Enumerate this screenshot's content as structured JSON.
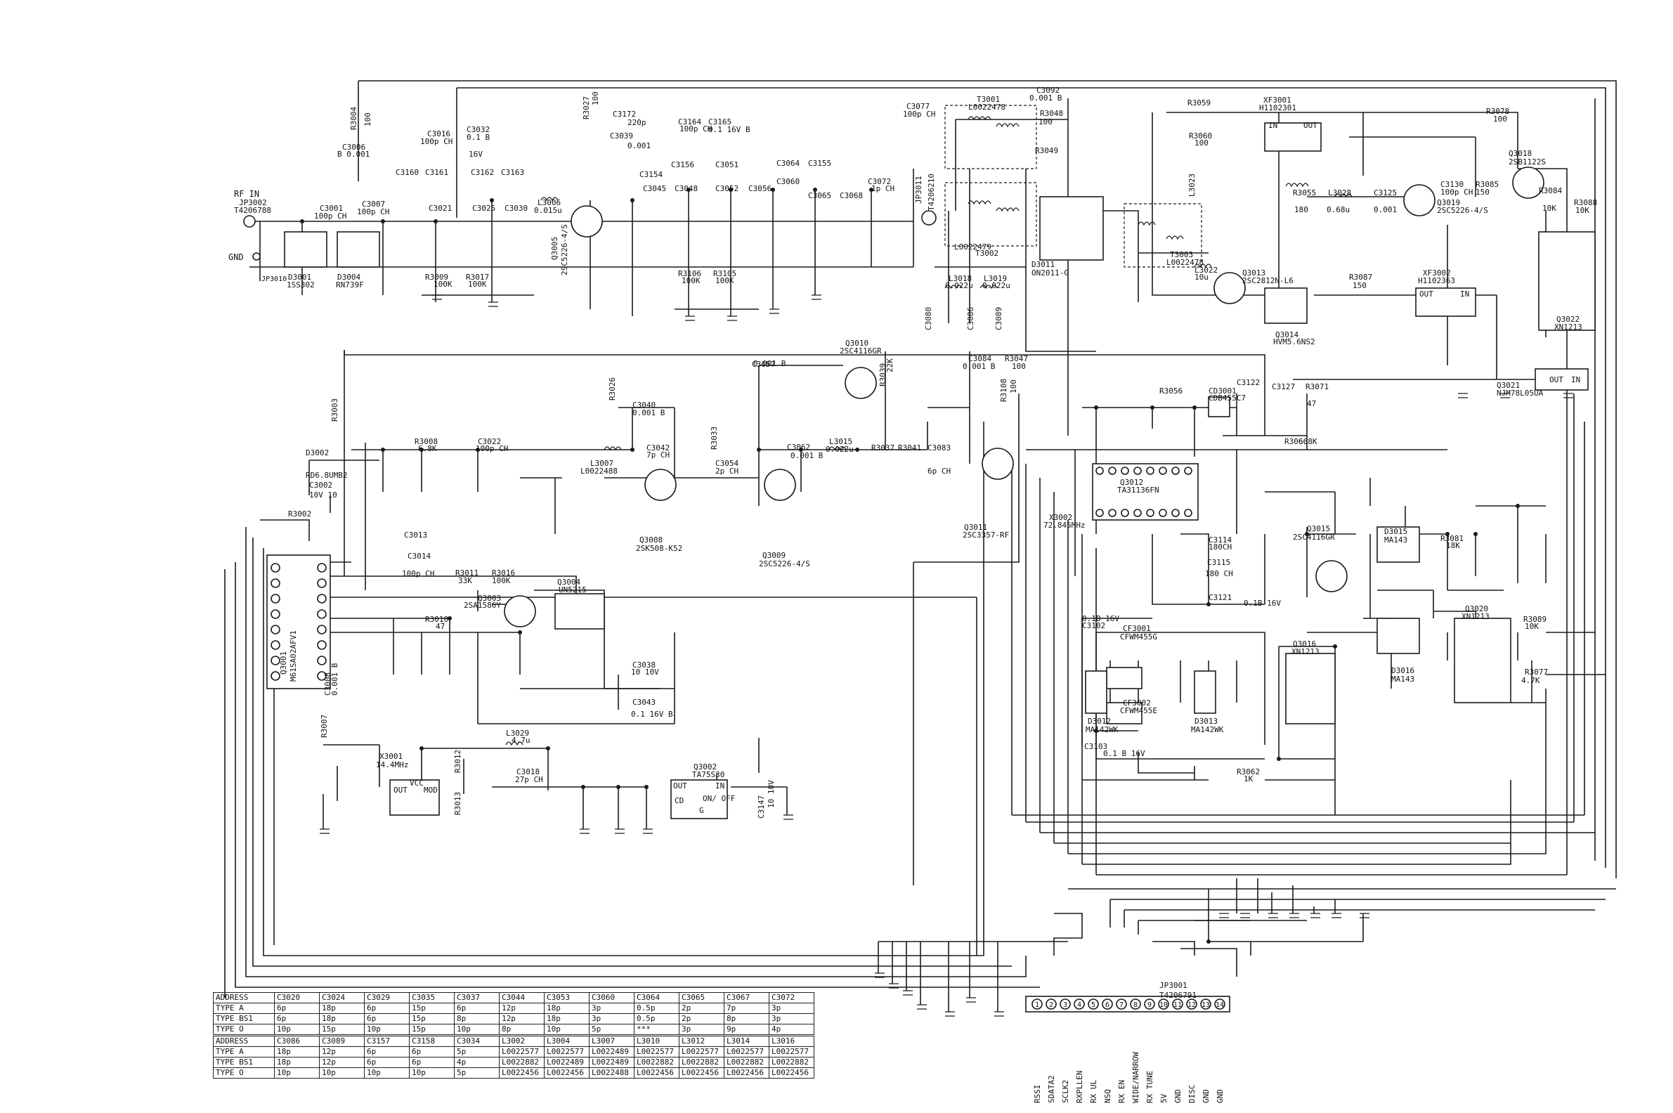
{
  "inputs": {
    "rf_in": "RF IN",
    "jp3002": "JP3002",
    "t4206788": "T4206788",
    "gnd": "GND",
    "jp3010": "JP3010"
  },
  "components": [
    {
      "id": "c3001",
      "text": "C3001"
    },
    {
      "id": "c3001v",
      "text": "100p CH"
    },
    {
      "id": "c3007",
      "text": "C3007"
    },
    {
      "id": "c3007v",
      "text": "100p CH"
    },
    {
      "id": "d3001",
      "text": "D3001"
    },
    {
      "id": "d3001p",
      "text": "1SS302"
    },
    {
      "id": "d3004",
      "text": "D3004"
    },
    {
      "id": "d3004p",
      "text": "RN739F"
    },
    {
      "id": "r3004",
      "text": "R3004"
    },
    {
      "id": "r3004v",
      "text": "100"
    },
    {
      "id": "c3006",
      "text": "C3006"
    },
    {
      "id": "c3006v",
      "text": "B 0.001"
    },
    {
      "id": "c3016",
      "text": "C3016"
    },
    {
      "id": "c3016v",
      "text": "100p CH"
    },
    {
      "id": "c3032",
      "text": "C3032"
    },
    {
      "id": "c3032v",
      "text": "0.1 B"
    },
    {
      "id": "c3032v2",
      "text": "16V"
    },
    {
      "id": "c3160",
      "text": "C3160"
    },
    {
      "id": "c3161",
      "text": "C3161"
    },
    {
      "id": "c3162",
      "text": "C3162"
    },
    {
      "id": "c3163",
      "text": "C3163"
    },
    {
      "id": "c3021",
      "text": "C3021"
    },
    {
      "id": "c3025",
      "text": "C3025"
    },
    {
      "id": "c3030",
      "text": "C3030"
    },
    {
      "id": "l3006",
      "text": "L3006"
    },
    {
      "id": "l3006v",
      "text": "0.015u"
    },
    {
      "id": "r3009",
      "text": "R3009"
    },
    {
      "id": "r3017",
      "text": "R3017"
    },
    {
      "id": "r3017v",
      "text": "100K"
    },
    {
      "id": "r3011a",
      "text": "100K"
    },
    {
      "id": "r3027",
      "text": "R3027"
    },
    {
      "id": "r3027v",
      "text": "100"
    },
    {
      "id": "c3172",
      "text": "C3172"
    },
    {
      "id": "c3172v",
      "text": "220p"
    },
    {
      "id": "c3039",
      "text": "C3039"
    },
    {
      "id": "c3039v",
      "text": "0.001"
    },
    {
      "id": "q3005",
      "text": "Q3005"
    },
    {
      "id": "q3005p",
      "text": "2SC5226-4/S"
    },
    {
      "id": "c3164",
      "text": "C3164"
    },
    {
      "id": "c3164v",
      "text": "100p CH"
    },
    {
      "id": "c3165",
      "text": "C3165"
    },
    {
      "id": "c3165v",
      "text": "0.1 16V B"
    },
    {
      "id": "c3156",
      "text": "C3156"
    },
    {
      "id": "c3154",
      "text": "C3154"
    },
    {
      "id": "c3045",
      "text": "C3045"
    },
    {
      "id": "c3048",
      "text": "C3048"
    },
    {
      "id": "c3051",
      "text": "C3051"
    },
    {
      "id": "c3052",
      "text": "C3052"
    },
    {
      "id": "c3056",
      "text": "C3056"
    },
    {
      "id": "c3060",
      "text": "C3060"
    },
    {
      "id": "c3064",
      "text": "C3064"
    },
    {
      "id": "c3155",
      "text": "C3155"
    },
    {
      "id": "c3065",
      "text": "C3065"
    },
    {
      "id": "c3068",
      "text": "C3068"
    },
    {
      "id": "c3072",
      "text": "C3072"
    },
    {
      "id": "c3072v",
      "text": "1p CH"
    },
    {
      "id": "r3106",
      "text": "R3106"
    },
    {
      "id": "r3106v",
      "text": "100K"
    },
    {
      "id": "r3105",
      "text": "R3105"
    },
    {
      "id": "r3105v",
      "text": "100K"
    },
    {
      "id": "c3077",
      "text": "C3077"
    },
    {
      "id": "c3077v",
      "text": "100p CH"
    },
    {
      "id": "t3001",
      "text": "T3001"
    },
    {
      "id": "t3001p",
      "text": "L0022478"
    },
    {
      "id": "t3002",
      "text": "T3002"
    },
    {
      "id": "t3002p",
      "text": "L0022479"
    },
    {
      "id": "c3092",
      "text": "C3092"
    },
    {
      "id": "c3092v",
      "text": "0.001 B"
    },
    {
      "id": "r3048",
      "text": "R3048"
    },
    {
      "id": "r3048v",
      "text": "100"
    },
    {
      "id": "r3049",
      "text": "R3049"
    },
    {
      "id": "d3011",
      "text": "D3011"
    },
    {
      "id": "d3011p",
      "text": "ON2011-G"
    },
    {
      "id": "jp3011",
      "text": "JP3011"
    },
    {
      "id": "jp3011p",
      "text": "T4206210"
    },
    {
      "id": "l3018",
      "text": "L3018"
    },
    {
      "id": "l3018v",
      "text": "0.022u"
    },
    {
      "id": "l3019",
      "text": "L3019"
    },
    {
      "id": "l3019v",
      "text": "0.022u"
    },
    {
      "id": "c3080",
      "text": "C3080"
    },
    {
      "id": "c3086",
      "text": "C3086"
    },
    {
      "id": "c3089",
      "text": "C3089"
    },
    {
      "id": "r3059",
      "text": "R3059"
    },
    {
      "id": "r3060",
      "text": "R3060"
    },
    {
      "id": "r3060v",
      "text": "100"
    },
    {
      "id": "xf3001",
      "text": "XF3001"
    },
    {
      "id": "xf3001p",
      "text": "H1102301"
    },
    {
      "id": "xf_in",
      "text": "IN"
    },
    {
      "id": "xf_out",
      "text": "OUT"
    },
    {
      "id": "t3003",
      "text": "T3003"
    },
    {
      "id": "t3003p",
      "text": "L0022478"
    },
    {
      "id": "l3022",
      "text": "L3022"
    },
    {
      "id": "l3022v",
      "text": "10u"
    },
    {
      "id": "l3023",
      "text": "L3023"
    },
    {
      "id": "q3013",
      "text": "Q3013"
    },
    {
      "id": "q3013p",
      "text": "2SC2812N-L6"
    },
    {
      "id": "q3014",
      "text": "Q3014"
    },
    {
      "id": "q3014p",
      "text": "HVM5.6NS2"
    },
    {
      "id": "r3055",
      "text": "R3055"
    },
    {
      "id": "r3055v",
      "text": "180"
    },
    {
      "id": "l3028",
      "text": "L3028"
    },
    {
      "id": "l3028v",
      "text": "0.68u"
    },
    {
      "id": "c3125",
      "text": "C3125"
    },
    {
      "id": "c3125v",
      "text": "0.001"
    },
    {
      "id": "c3130",
      "text": "C3130"
    },
    {
      "id": "c3130v",
      "text": "100p CH"
    },
    {
      "id": "r3085",
      "text": "R3085"
    },
    {
      "id": "r3085v",
      "text": "150"
    },
    {
      "id": "q3019",
      "text": "Q3019"
    },
    {
      "id": "q3019p",
      "text": "2SC5226-4/S"
    },
    {
      "id": "r3078",
      "text": "R3078"
    },
    {
      "id": "r3078v",
      "text": "100"
    },
    {
      "id": "q3018",
      "text": "Q3018"
    },
    {
      "id": "q3018p",
      "text": "2SB1122S"
    },
    {
      "id": "r3084",
      "text": "R3084"
    },
    {
      "id": "r3084v",
      "text": "10K"
    },
    {
      "id": "r3088",
      "text": "R3088"
    },
    {
      "id": "r3088v",
      "text": "10K"
    },
    {
      "id": "r3087",
      "text": "R3087"
    },
    {
      "id": "r3087v",
      "text": "150"
    },
    {
      "id": "xf3002",
      "text": "XF3002"
    },
    {
      "id": "xf3002p",
      "text": "H1102363"
    },
    {
      "id": "xf2_out",
      "text": "OUT"
    },
    {
      "id": "xf2_in",
      "text": "IN"
    },
    {
      "id": "q3022",
      "text": "Q3022"
    },
    {
      "id": "q3022p",
      "text": "XN1213"
    },
    {
      "id": "q3010",
      "text": "Q3010"
    },
    {
      "id": "q3010p",
      "text": "2SC4116GR"
    },
    {
      "id": "c3057",
      "text": "C3057"
    },
    {
      "id": "c3057v",
      "text": "0.001 B"
    },
    {
      "id": "r3039",
      "text": "R3039"
    },
    {
      "id": "r3039v",
      "text": "22K"
    },
    {
      "id": "c3084",
      "text": "C3084"
    },
    {
      "id": "c3084v",
      "text": "0.001 B"
    },
    {
      "id": "r3047",
      "text": "R3047"
    },
    {
      "id": "r3047v",
      "text": "100"
    },
    {
      "id": "c3040",
      "text": "C3040"
    },
    {
      "id": "c3040v",
      "text": "0.001 B"
    },
    {
      "id": "r3026",
      "text": "R3026"
    },
    {
      "id": "d3002",
      "text": "D3002"
    },
    {
      "id": "d3002p",
      "text": "RD6.8UMB2"
    },
    {
      "id": "r3003",
      "text": "R3003"
    },
    {
      "id": "c3002",
      "text": "C3002"
    },
    {
      "id": "c3002v",
      "text": "10V 10"
    },
    {
      "id": "r3008",
      "text": "R3008"
    },
    {
      "id": "r3008v",
      "text": "6.8K"
    },
    {
      "id": "c3022",
      "text": "C3022"
    },
    {
      "id": "c3022v",
      "text": "100p CH"
    },
    {
      "id": "l3007",
      "text": "L3007"
    },
    {
      "id": "l3007v",
      "text": "L0022488"
    },
    {
      "id": "c3042",
      "text": "C3042"
    },
    {
      "id": "c3042v",
      "text": "7p CH"
    },
    {
      "id": "c3054",
      "text": "C3054"
    },
    {
      "id": "c3054v",
      "text": "2p CH"
    },
    {
      "id": "r3033",
      "text": "R3033"
    },
    {
      "id": "c3062",
      "text": "C3062"
    },
    {
      "id": "c3062v",
      "text": "0.001 B"
    },
    {
      "id": "l3015",
      "text": "L3015"
    },
    {
      "id": "l3015v",
      "text": "0.022u"
    },
    {
      "id": "r3037",
      "text": "R3037"
    },
    {
      "id": "r3041",
      "text": "R3041"
    },
    {
      "id": "c3083",
      "text": "C3083"
    },
    {
      "id": "c3083v",
      "text": "6p CH"
    },
    {
      "id": "q3008",
      "text": "Q3008"
    },
    {
      "id": "q3008p",
      "text": "2SK508-K52"
    },
    {
      "id": "q3009",
      "text": "Q3009"
    },
    {
      "id": "q3009p",
      "text": "2SC5226-4/S"
    },
    {
      "id": "q3011",
      "text": "Q3011"
    },
    {
      "id": "q3011p",
      "text": "2SC3357-RF"
    },
    {
      "id": "r3108",
      "text": "R3108"
    },
    {
      "id": "r3108v",
      "text": "100"
    },
    {
      "id": "r3056",
      "text": "R3056"
    },
    {
      "id": "cd3001",
      "text": "CD3001"
    },
    {
      "id": "cd3001p",
      "text": "CDB455C7"
    },
    {
      "id": "c3122",
      "text": "C3122"
    },
    {
      "id": "c3127",
      "text": "C3127"
    },
    {
      "id": "r3071",
      "text": "R3071"
    },
    {
      "id": "r3071v",
      "text": "47"
    },
    {
      "id": "q3012",
      "text": "Q3012"
    },
    {
      "id": "q3012p",
      "text": "TA31136FN"
    },
    {
      "id": "r3066",
      "text": "R3066"
    },
    {
      "id": "r3066v",
      "text": "6.8K"
    },
    {
      "id": "x3002",
      "text": "X3002"
    },
    {
      "id": "x3002v",
      "text": "72.845MHz"
    },
    {
      "id": "c3114",
      "text": "C3114"
    },
    {
      "id": "c3114v",
      "text": "180CH"
    },
    {
      "id": "c3115",
      "text": "C3115"
    },
    {
      "id": "c3115v",
      "text": "180 CH"
    },
    {
      "id": "c3121",
      "text": "C3121"
    },
    {
      "id": "c3121v",
      "text": "0.1B 16V"
    },
    {
      "id": "q3015",
      "text": "Q3015"
    },
    {
      "id": "q3015p",
      "text": "2SC4116GR"
    },
    {
      "id": "d3015",
      "text": "D3015"
    },
    {
      "id": "d3015p",
      "text": "MA143"
    },
    {
      "id": "r3081",
      "text": "R3081"
    },
    {
      "id": "r3081v",
      "text": "18K"
    },
    {
      "id": "q3021",
      "text": "Q3021"
    },
    {
      "id": "q3021p",
      "text": "NJM78L05UA"
    },
    {
      "id": "q21_out",
      "text": "OUT"
    },
    {
      "id": "q21_in",
      "text": "IN"
    },
    {
      "id": "cf3001",
      "text": "CF3001"
    },
    {
      "id": "cf3001p",
      "text": "CFWM455G"
    },
    {
      "id": "cf3002",
      "text": "CF3002"
    },
    {
      "id": "cf3002p",
      "text": "CFWM455E"
    },
    {
      "id": "d3012",
      "text": "D3012"
    },
    {
      "id": "d3012p",
      "text": "MA142WK"
    },
    {
      "id": "d3013",
      "text": "D3013"
    },
    {
      "id": "d3013p",
      "text": "MA142WK"
    },
    {
      "id": "c3102",
      "text": "C3102"
    },
    {
      "id": "c3102v",
      "text": "0.1B 16V"
    },
    {
      "id": "c3103",
      "text": "C3103"
    },
    {
      "id": "c3103v",
      "text": "0.1 B 16V"
    },
    {
      "id": "q3016",
      "text": "Q3016"
    },
    {
      "id": "q3016p",
      "text": "XN1213"
    },
    {
      "id": "r3062",
      "text": "R3062"
    },
    {
      "id": "r3062v",
      "text": "1K"
    },
    {
      "id": "d3016",
      "text": "D3016"
    },
    {
      "id": "d3016p",
      "text": "MA143"
    },
    {
      "id": "q3020",
      "text": "Q3020"
    },
    {
      "id": "q3020p",
      "text": "XN1213"
    },
    {
      "id": "r3089",
      "text": "R3089"
    },
    {
      "id": "r3089v",
      "text": "10K"
    },
    {
      "id": "r3077",
      "text": "R3077"
    },
    {
      "id": "r3077v",
      "text": "4.7K"
    },
    {
      "id": "r3002",
      "text": "R3002"
    },
    {
      "id": "c3013",
      "text": "C3013"
    },
    {
      "id": "c3014",
      "text": "C3014"
    },
    {
      "id": "c3014v",
      "text": "100p CH"
    },
    {
      "id": "r3011",
      "text": "R3011"
    },
    {
      "id": "r3011v",
      "text": "33K"
    },
    {
      "id": "r3016",
      "text": "R3016"
    },
    {
      "id": "r3016v",
      "text": "100K"
    },
    {
      "id": "q3003",
      "text": "Q3003"
    },
    {
      "id": "q3003p",
      "text": "2SA1586Y"
    },
    {
      "id": "q3004",
      "text": "Q3004"
    },
    {
      "id": "q3004p",
      "text": "UN5215"
    },
    {
      "id": "r3010",
      "text": "R3010"
    },
    {
      "id": "r3010v",
      "text": "47"
    },
    {
      "id": "c3038",
      "text": "C3038"
    },
    {
      "id": "c3038v",
      "text": "10 10V"
    },
    {
      "id": "c3043",
      "text": "C3043"
    },
    {
      "id": "c3043v",
      "text": "0.1 16V B"
    },
    {
      "id": "q3001",
      "text": "Q3001"
    },
    {
      "id": "q3001p",
      "text": "M61SA02AFV1"
    },
    {
      "id": "x3001",
      "text": "X3001"
    },
    {
      "id": "x3001v",
      "text": "14.4MHz"
    },
    {
      "id": "x_out",
      "text": "OUT"
    },
    {
      "id": "x_vcc",
      "text": "VCC"
    },
    {
      "id": "x_mod",
      "text": "MOD"
    },
    {
      "id": "l3029",
      "text": "L3029"
    },
    {
      "id": "l3029v",
      "text": "4.7u"
    },
    {
      "id": "c3018",
      "text": "C3018"
    },
    {
      "id": "c3018v",
      "text": "27p CH"
    },
    {
      "id": "q3002",
      "text": "Q3002"
    },
    {
      "id": "q3002p",
      "text": "TA75S30"
    },
    {
      "id": "q2_out",
      "text": "OUT"
    },
    {
      "id": "q2_in",
      "text": "IN"
    },
    {
      "id": "q2_cd",
      "text": "CD"
    },
    {
      "id": "q2_g",
      "text": "G"
    },
    {
      "id": "q2_onoff",
      "text": "ON/ OFF"
    },
    {
      "id": "c3147",
      "text": "C3147"
    },
    {
      "id": "c3147v",
      "text": "10 10V"
    },
    {
      "id": "r3007",
      "text": "R3007"
    },
    {
      "id": "r3012",
      "text": "R3012"
    },
    {
      "id": "r3013",
      "text": "R3013"
    },
    {
      "id": "c3008",
      "text": "C3008"
    },
    {
      "id": "c3008v",
      "text": "0.001 B"
    }
  ],
  "connector": {
    "name": "JP3001",
    "part": "T4206791",
    "pins": [
      "1",
      "2",
      "3",
      "4",
      "5",
      "6",
      "7",
      "8",
      "9",
      "10",
      "11",
      "12",
      "13",
      "14"
    ],
    "pin_labels": [
      "RSSI",
      "SDATA2",
      "SCLK2",
      "RXPLLEN",
      "RX UL",
      "NSQ",
      "RX EN",
      "WIDE/NARROW",
      "RX TUNE",
      "5V",
      "GND",
      "DISC",
      "GND",
      "GND"
    ]
  },
  "table1": {
    "headers": [
      "ADDRESS",
      "C3020",
      "C3024",
      "C3029",
      "C3035",
      "C3037",
      "C3044",
      "C3053",
      "C3060",
      "C3064",
      "C3065",
      "C3067",
      "C3072"
    ],
    "rows": [
      [
        "TYPE A",
        "6p",
        "18p",
        "6p",
        "15p",
        "6p",
        "12p",
        "18p",
        "3p",
        "0.5p",
        "2p",
        "7p",
        "3p"
      ],
      [
        "TYPE BS1",
        "6p",
        "18p",
        "6p",
        "15p",
        "8p",
        "12p",
        "18p",
        "3p",
        "0.5p",
        "2p",
        "8p",
        "3p"
      ],
      [
        "TYPE O",
        "10p",
        "15p",
        "10p",
        "15p",
        "10p",
        "8p",
        "10p",
        "5p",
        "***",
        "3p",
        "9p",
        "4p"
      ]
    ]
  },
  "table2": {
    "headers": [
      "ADDRESS",
      "C3086",
      "C3089",
      "C3157",
      "C3158",
      "C3034",
      "L3002",
      "L3004",
      "L3007",
      "L3010",
      "L3012",
      "L3014",
      "L3016"
    ],
    "rows": [
      [
        "TYPE A",
        "18p",
        "12p",
        "6p",
        "6p",
        "5p",
        "L0022577",
        "L0022577",
        "L0022489",
        "L0022577",
        "L0022577",
        "L0022577",
        "L0022577"
      ],
      [
        "TYPE BS1",
        "18p",
        "12p",
        "6p",
        "6p",
        "4p",
        "L0022882",
        "L0022489",
        "L0022489",
        "L0022882",
        "L0022882",
        "L0022882",
        "L0022882"
      ],
      [
        "TYPE O",
        "10p",
        "10p",
        "10p",
        "10p",
        "5p",
        "L0022456",
        "L0022456",
        "L0022488",
        "L0022456",
        "L0022456",
        "L0022456",
        "L0022456"
      ]
    ]
  }
}
